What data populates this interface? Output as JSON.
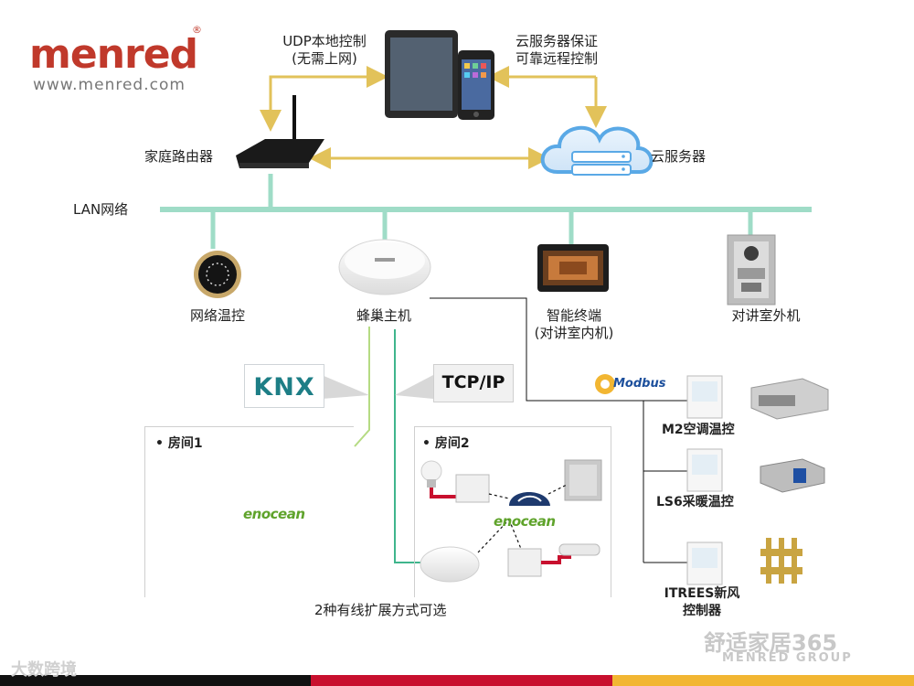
{
  "brand": {
    "logo_text": "menred",
    "registered_mark": "®",
    "website": "www.menred.com"
  },
  "top": {
    "udp_label_line1": "UDP本地控制",
    "udp_label_line2": "(无需上网)",
    "cloud_label_line1": "云服务器保证",
    "cloud_label_line2": "可靠远程控制",
    "router_label": "家庭路由器",
    "cloud_server_label": "云服务器",
    "lan_label": "LAN网络"
  },
  "devices": {
    "thermostat_label": "网络温控",
    "hive_label": "蜂巢主机",
    "terminal_label_line1": "智能终端",
    "terminal_label_line2": "(对讲室内机)",
    "intercom_label": "对讲室外机"
  },
  "protocols": {
    "knx": "KNX",
    "tcpip": "TCP/IP",
    "modbus": "Modbus"
  },
  "rooms": {
    "room1_label": "房间1",
    "room2_label": "房间2",
    "enocean_label": "enocean",
    "bullet": "•"
  },
  "modbus_devices": {
    "m2_label": "M2空调温控",
    "ls6_label": "LS6采暖温控",
    "itrees_label_line1": "ITREES新风",
    "itrees_label_line2": "控制器"
  },
  "bottom": {
    "caption": "2种有线扩展方式可选"
  },
  "watermarks": {
    "wechat_text": "舒适家居365",
    "company_text": "MENRED GROUP",
    "corner_text": "大数跨境"
  },
  "colors": {
    "brand_red": "#c0392b",
    "lan_line": "#9fdcc7",
    "arrow": "#e2c25a",
    "cable_green": "#3fb58c",
    "cable_red": "#c8102e",
    "cloud_blue": "#5aa9e6",
    "knx_teal": "#1d7e86",
    "enocean_green": "#5fa32b",
    "modbus_blue": "#1c4f9c"
  }
}
